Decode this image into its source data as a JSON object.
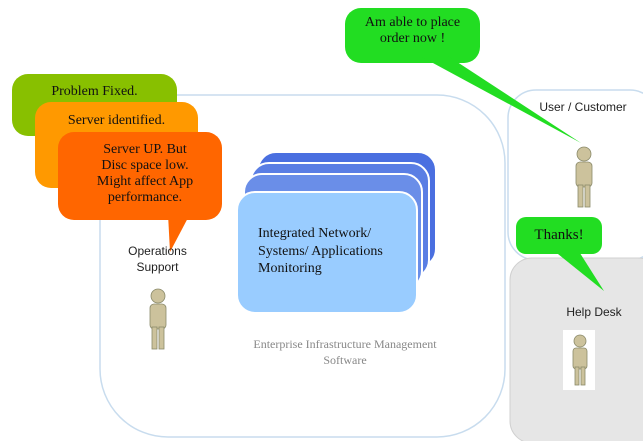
{
  "bubbles": {
    "problem_fixed": "Problem Fixed.",
    "server_identified": "Server identified.",
    "server_up": [
      "Server UP. But",
      "Disc space low.",
      "Might affect App",
      "performance."
    ],
    "user_order": [
      "Am able to place",
      "order now !"
    ],
    "thanks": "Thanks!"
  },
  "labels": {
    "operations_support": [
      "Operations",
      "Support"
    ],
    "user_customer": "User / Customer",
    "help_desk": "Help Desk",
    "enterprise_software": [
      "Enterprise Infrastructure Management",
      "Software"
    ]
  },
  "monitoring_box": [
    "Integrated Network/",
    "Systems/ Applications",
    "Monitoring"
  ],
  "colors": {
    "green_bubble": "#22dd22",
    "lime_bubble": "#88c000",
    "orange_bubble": "#ff9900",
    "red_orange_bubble": "#ff6600",
    "stack_dark": "#4466dd",
    "stack_front": "#99ccff",
    "helpdesk_panel": "#e6e6e6",
    "person": "#ccc29c",
    "panel_border": "#c8dcee"
  },
  "icons": [
    "person-icon"
  ]
}
